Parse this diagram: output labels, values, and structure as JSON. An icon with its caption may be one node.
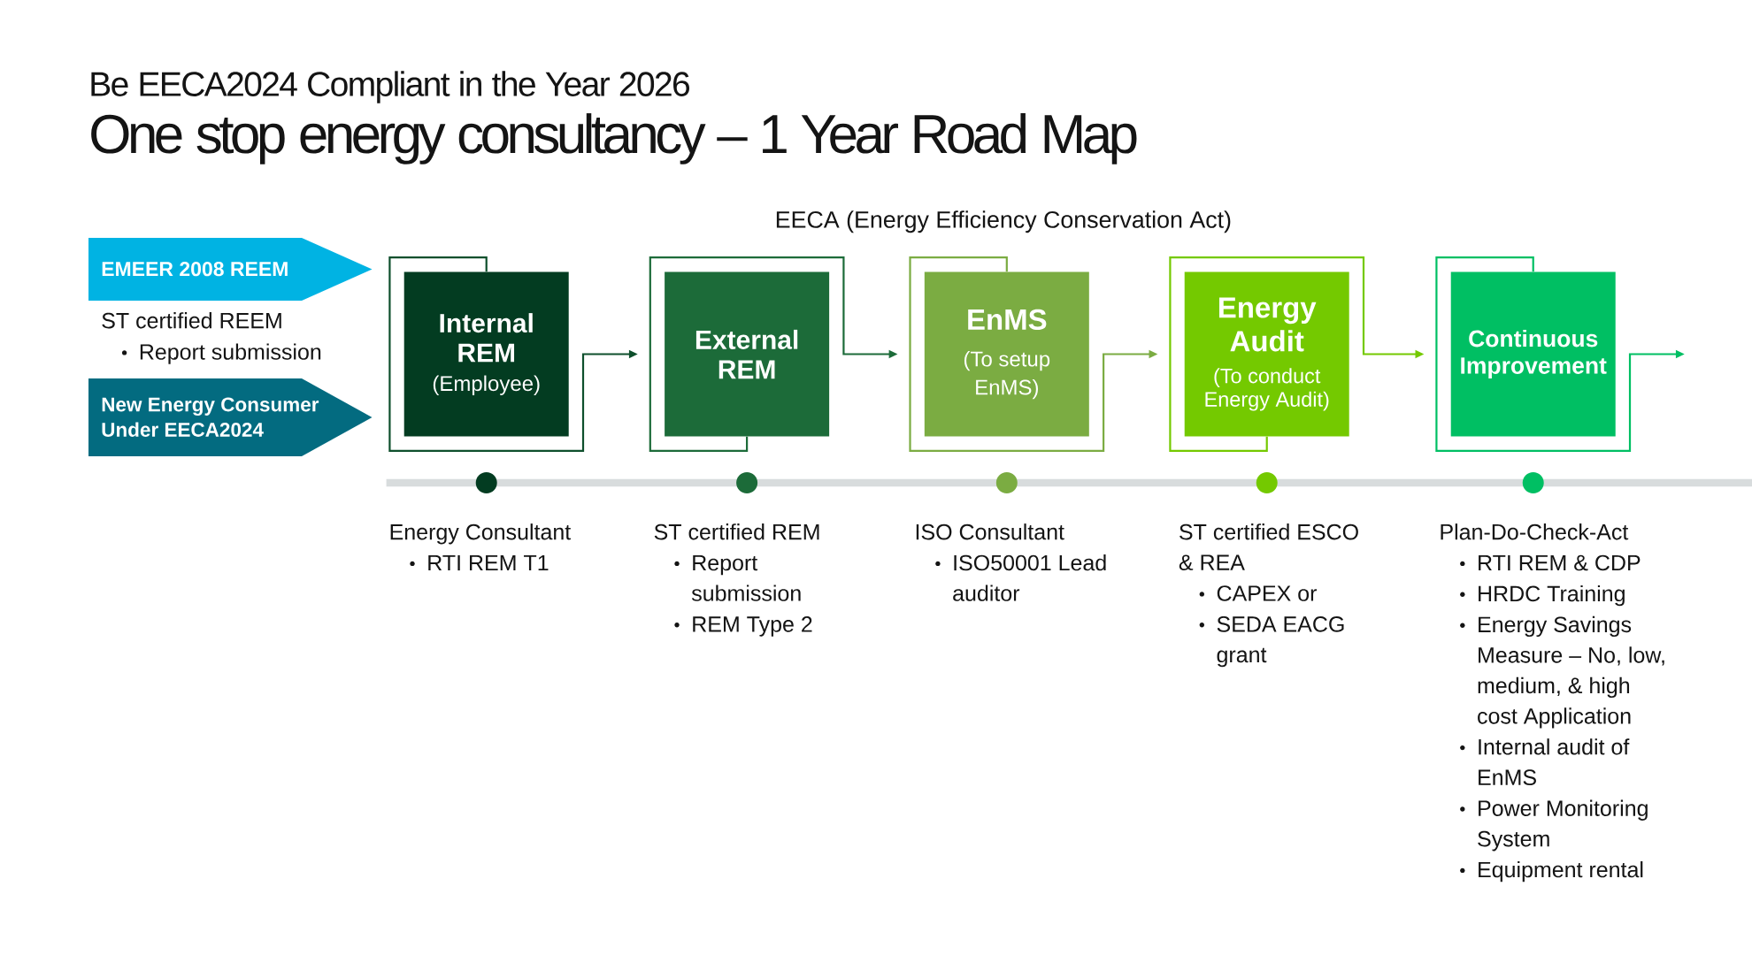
{
  "diagram": {
    "title": "One stop energy consultancy – 1 Year Road Map",
    "nodes": [
      {
        "text": [
          "EMEER 2008 REEM"
        ],
        "beside": [
          "ST certified REEM",
          "Report submission"
        ]
      },
      {
        "text": [
          "New Energy Consumer Under EECA2024"
        ]
      },
      {
        "text": [
          "Internal REM",
          "(Employee)"
        ],
        "beside": [
          "Energy Consultant",
          "RTI REM T1"
        ]
      },
      {
        "text": [
          "External REM"
        ],
        "beside": [
          "ST certified REM",
          "Report submission",
          "REM Type 2"
        ]
      },
      {
        "text": [
          "EnMS",
          "(To setup EnMS)"
        ],
        "beside": [
          "ISO Consultant",
          "ISO50001 Lead auditor"
        ]
      },
      {
        "text": [
          "Energy Audit",
          "(To conduct Energy Audit)"
        ],
        "beside": [
          "ST certified ESCO & REA",
          "CAPEX or",
          "SEDA EACG grant"
        ]
      },
      {
        "text": [
          "Continuous Improvement"
        ],
        "beside": [
          "Plan-Do-Check-Act",
          "RTI REM & CDP",
          "HRDC Training",
          "Energy Savings Measure – No, low, medium, & high cost Application",
          "Internal audit of EnMS",
          "Power Monitoring System",
          "Equipment rental"
        ]
      }
    ],
    "edges": [
      {
        "from": 2,
        "to": 3,
        "arrow": "to",
        "color": "#0e4f2c"
      },
      {
        "from": 3,
        "to": 4,
        "arrow": "to",
        "color": "#1c6b39"
      },
      {
        "from": 4,
        "to": 5,
        "arrow": "to",
        "color": "#7bac42"
      },
      {
        "from": 5,
        "to": 6,
        "arrow": "to",
        "color": "#74c900"
      },
      {
        "from": 6,
        "to": null,
        "arrow": "to",
        "color": "#00bf63"
      }
    ],
    "labels": [
      "Be EECA2024 Compliant in the Year 2026",
      "EECA (Energy Efficiency Conservation Act)"
    ]
  }
}
